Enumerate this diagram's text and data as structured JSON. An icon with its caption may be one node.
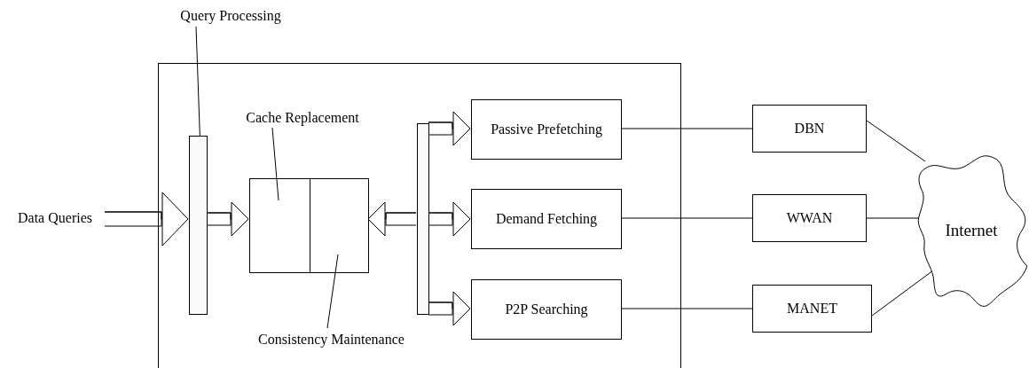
{
  "diagram": {
    "nodes": [
      {
        "text": [],
        "shape": "box"
      },
      {
        "text": [
          "Query Processing"
        ]
      },
      {
        "text": [],
        "shape": "bar",
        "in": 0
      },
      {
        "text": [
          "Cache Replacement"
        ],
        "in": 0
      },
      {
        "text": [],
        "shape": "box",
        "in": 0
      },
      {
        "text": [],
        "shape": "box",
        "in": 0
      },
      {
        "text": [
          "Consistency Maintenance"
        ],
        "in": 0
      },
      {
        "text": [],
        "shape": "bar",
        "in": 0
      },
      {
        "text": [
          "Passive Prefetching"
        ],
        "in": 0
      },
      {
        "text": [
          "Demand Fetching"
        ],
        "in": 0
      },
      {
        "text": [
          "P2P Searching"
        ],
        "in": 0
      },
      {
        "text": [
          "Data Queries"
        ]
      },
      {
        "text": [
          "DBN"
        ]
      },
      {
        "text": [
          "WWAN"
        ]
      },
      {
        "text": [
          "MANET"
        ]
      },
      {
        "text": [
          "Internet"
        ]
      }
    ],
    "edges": [
      {
        "from": 11,
        "to": 2,
        "arrow": "to"
      },
      {
        "from": 2,
        "to": 4,
        "arrow": "to"
      },
      {
        "from": 1,
        "to": 2,
        "arrow": "none"
      },
      {
        "from": 3,
        "to": 4,
        "arrow": "none"
      },
      {
        "from": 6,
        "to": 5,
        "arrow": "none"
      },
      {
        "from": 7,
        "to": 5,
        "arrow": "to"
      },
      {
        "from": 7,
        "to": 8,
        "arrow": "to"
      },
      {
        "from": 7,
        "to": 9,
        "arrow": "to"
      },
      {
        "from": 7,
        "to": 10,
        "arrow": "to"
      },
      {
        "from": 8,
        "to": 12,
        "arrow": "none"
      },
      {
        "from": 9,
        "to": 13,
        "arrow": "none"
      },
      {
        "from": 10,
        "to": 14,
        "arrow": "none"
      },
      {
        "from": 12,
        "to": 15,
        "arrow": "none"
      },
      {
        "from": 13,
        "to": 15,
        "arrow": "none"
      },
      {
        "from": 14,
        "to": 15,
        "arrow": "none"
      }
    ]
  }
}
